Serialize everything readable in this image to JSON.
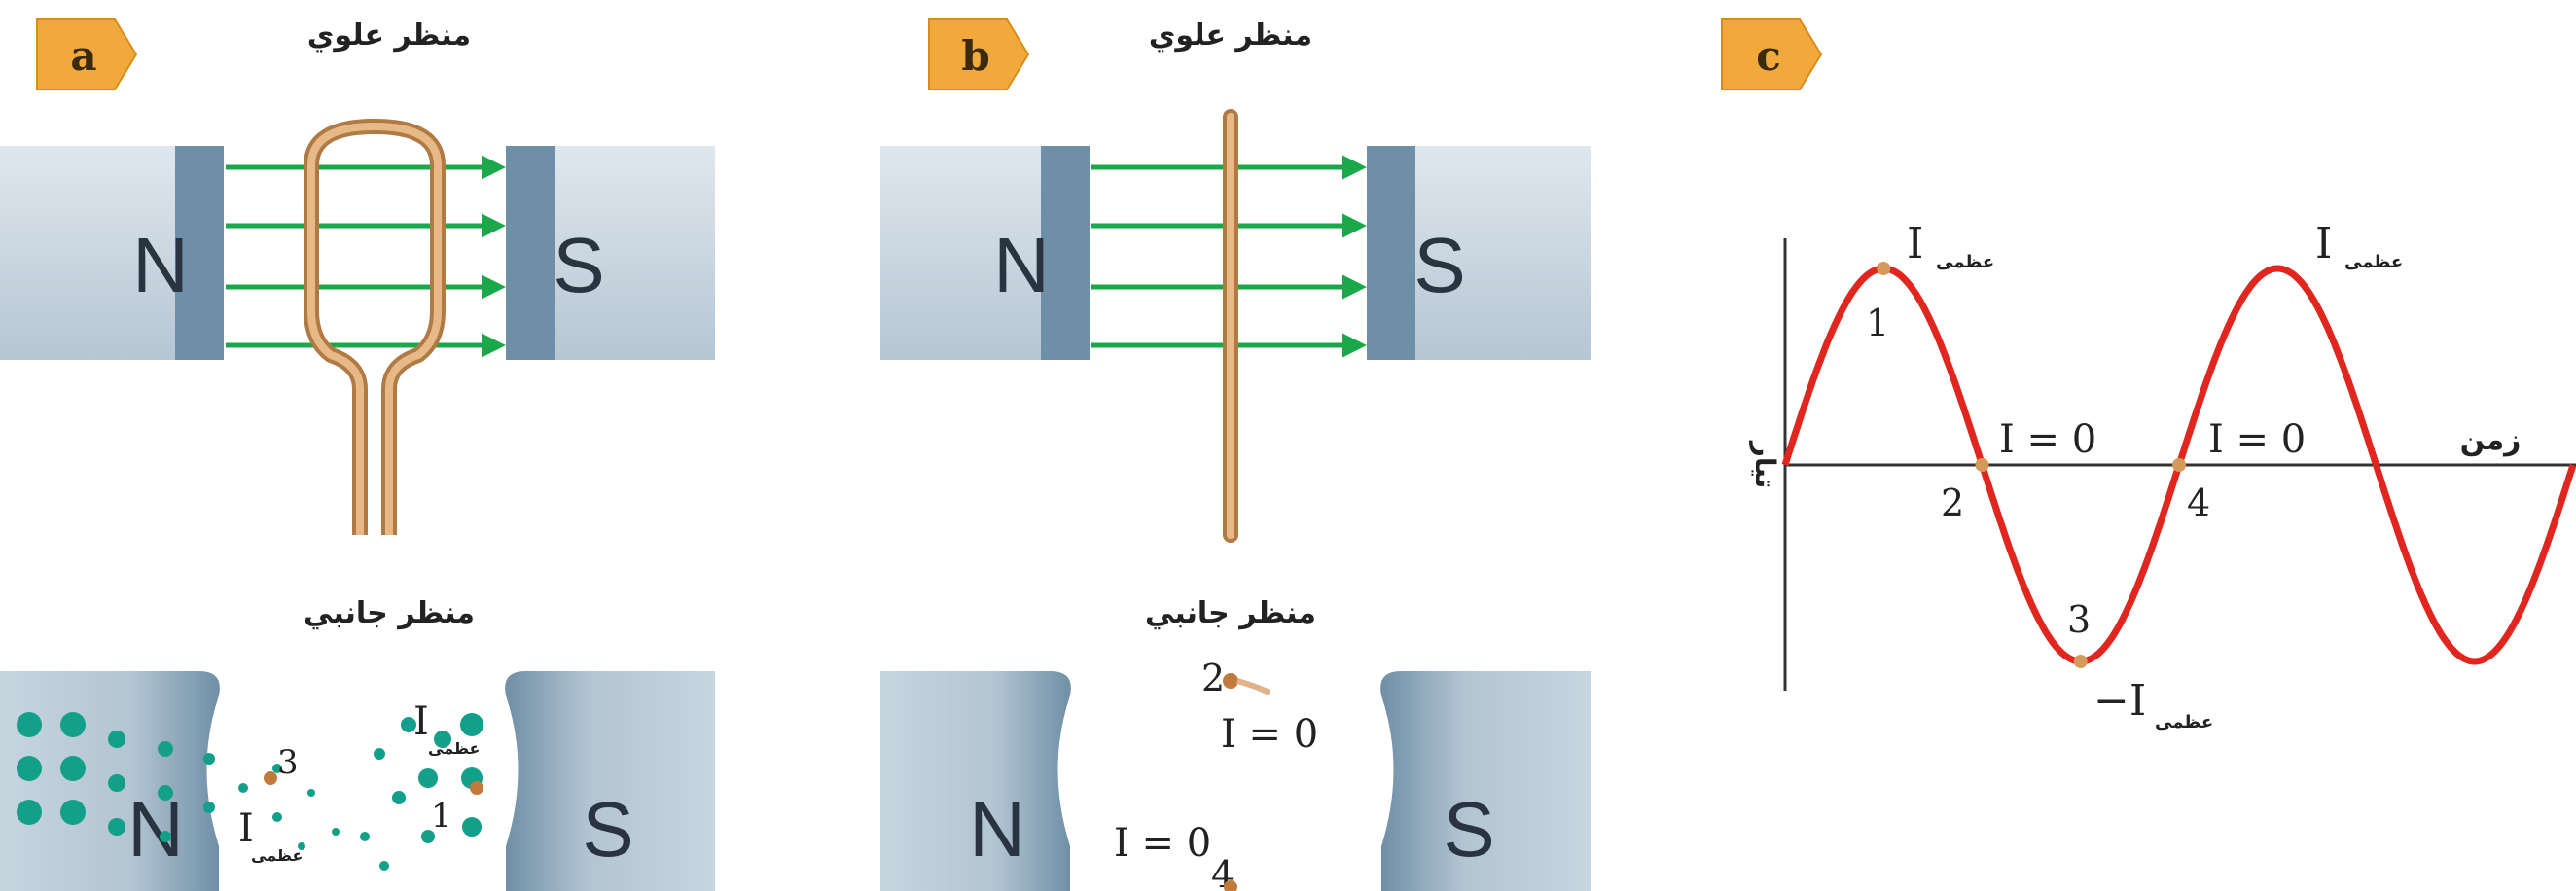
{
  "colors": {
    "badge": "#f2a93b",
    "field_line": "#1aa84a",
    "wire": "#d9a26b",
    "wire_dark": "#b07a45",
    "curve": "#e0261f",
    "dot_teal": "#12a08a",
    "magnet_dark": "#5f7f96",
    "magnet_light": "#cfdbe4"
  },
  "panel_a": {
    "badge": "a",
    "top_title": "منظر علوي",
    "side_title": "منظر جانبي",
    "pole_n": "N",
    "pole_s": "S",
    "imax_base": "I",
    "imax_sub": "عظمى",
    "label_3": "3",
    "label_1": "1"
  },
  "panel_b": {
    "badge": "b",
    "top_title": "منظر علوي",
    "side_title": "منظر جانبي",
    "pole_n": "N",
    "pole_s": "S",
    "label_2": "2",
    "label_4": "4",
    "zero_top": "I = 0",
    "zero_bottom": "I = 0"
  },
  "panel_c": {
    "badge": "c",
    "ylabel": "تيار",
    "xlabel": "زمن",
    "imax_base": "I",
    "imax_sub": "عظمى",
    "imax_neg_base": "−I",
    "zero_label": "I = 0",
    "point_1": "1",
    "point_2": "2",
    "point_3": "3",
    "point_4": "4"
  },
  "chart_data": {
    "type": "line",
    "title": "",
    "xlabel": "زمن",
    "ylabel": "تيار",
    "series": [
      {
        "x": [
          0,
          0.25,
          0.5,
          0.75,
          1.0,
          1.25,
          1.5,
          1.75,
          2.0
        ],
        "y": [
          0,
          1,
          0,
          -1,
          0,
          1,
          0,
          -1,
          0
        ]
      }
    ],
    "annotations": [
      {
        "label": "1",
        "x": 0.25,
        "y": 1,
        "text": "I عظمى"
      },
      {
        "label": "2",
        "x": 0.5,
        "y": 0,
        "text": "I = 0"
      },
      {
        "label": "3",
        "x": 0.75,
        "y": -1,
        "text": "−I عظمى"
      },
      {
        "label": "4",
        "x": 1.0,
        "y": 0,
        "text": "I = 0"
      }
    ],
    "grid": false
  }
}
